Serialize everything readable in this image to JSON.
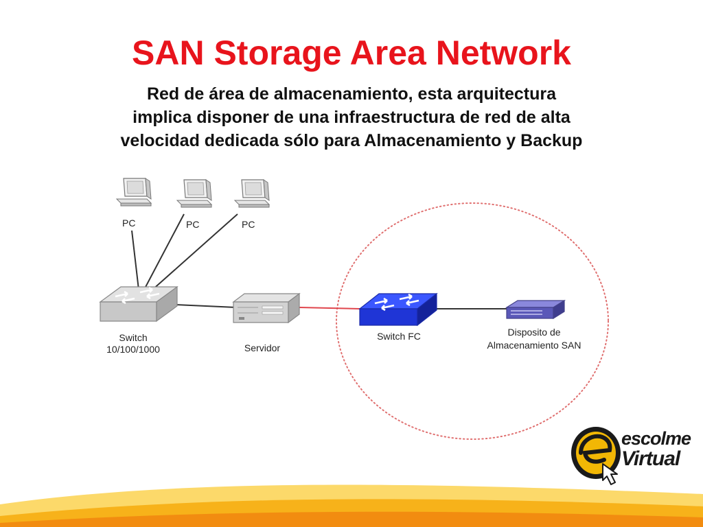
{
  "title": "SAN Storage Area Network",
  "subtitle_lines": [
    "Red de área de almacenamiento, esta arquitectura",
    "implica disponer de una infraestructura de red de alta",
    "velocidad dedicada sólo para Almacenamiento y Backup"
  ],
  "nodes": {
    "pc1": "PC",
    "pc2": "PC",
    "pc3": "PC",
    "switch_line1": "Switch",
    "switch_line2": "10/100/1000",
    "server": "Servidor",
    "switch_fc": "Switch FC",
    "storage_line1": "Disposito de",
    "storage_line2": "Almacenamiento SAN"
  },
  "logo": {
    "line1": "escolme",
    "line2": "Virtual"
  },
  "colors": {
    "title": "#e8141c",
    "switch_fc": "#1f35d6",
    "storage": "#5a58b8",
    "san_link": "#e0454c",
    "san_boundary": "#e07070",
    "logo_yellow": "#f2b705"
  }
}
